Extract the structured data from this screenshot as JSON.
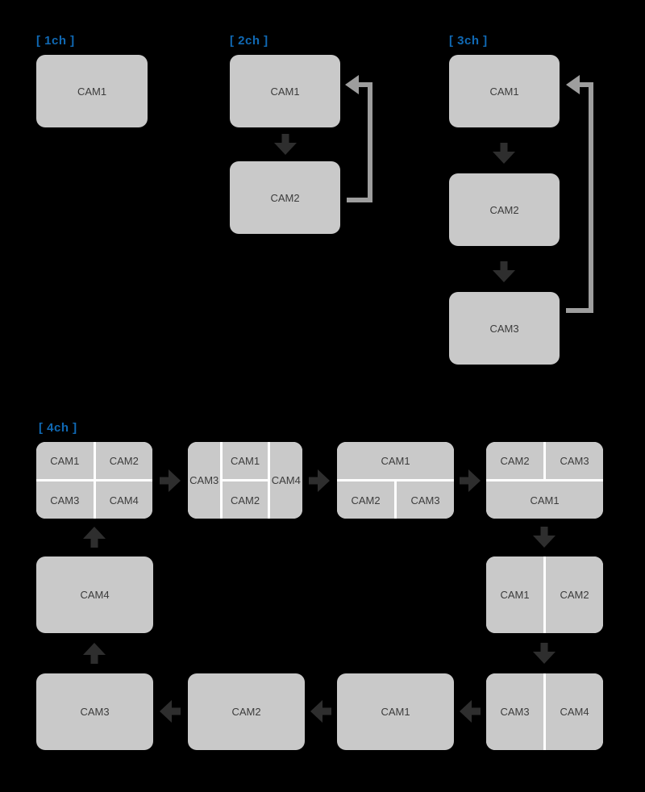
{
  "colors": {
    "background": "#000000",
    "title_blue": "#1069b4",
    "box_fill": "#c9c9c9",
    "box_text": "#3c3c3c",
    "arrow_dark": "#2e2e2e",
    "loop_gray": "#9e9e9e",
    "divider_white": "#ffffff"
  },
  "sections": {
    "ch1": {
      "title": "[ 1ch ]",
      "steps": {
        "s1": "CAM1"
      }
    },
    "ch2": {
      "title": "[ 2ch ]",
      "steps": {
        "s1": "CAM1",
        "s2": "CAM2"
      }
    },
    "ch3": {
      "title": "[ 3ch ]",
      "steps": {
        "s1": "CAM1",
        "s2": "CAM2",
        "s3": "CAM3"
      }
    },
    "ch4": {
      "title": "[ 4ch ]",
      "quad": {
        "tl": "CAM1",
        "tr": "CAM2",
        "bl": "CAM3",
        "br": "CAM4"
      },
      "tri_columns": {
        "left": "CAM3",
        "mid_top": "CAM1",
        "mid_bottom": "CAM2",
        "right": "CAM4"
      },
      "top_full": {
        "top": "CAM1",
        "bottom_left": "CAM2",
        "bottom_right": "CAM3"
      },
      "bottom_full": {
        "top_left": "CAM2",
        "top_right": "CAM3",
        "bottom": "CAM1"
      },
      "pair_12": {
        "left": "CAM1",
        "right": "CAM2"
      },
      "pair_34": {
        "left": "CAM3",
        "right": "CAM4"
      },
      "full_1": "CAM1",
      "full_2": "CAM2",
      "full_3": "CAM3",
      "full_4": "CAM4"
    }
  }
}
